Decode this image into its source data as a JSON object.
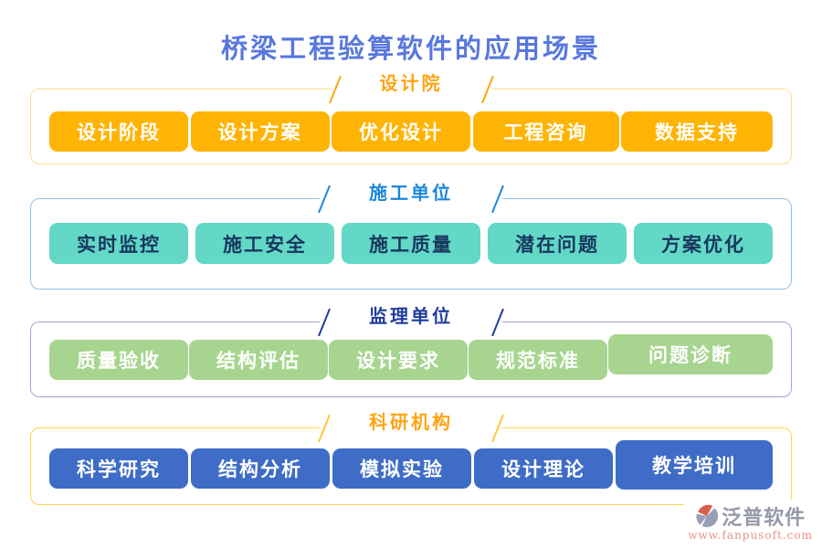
{
  "title": "桥梁工程验算软件的应用场景",
  "title_color": "#5878DD",
  "sections": [
    {
      "name": "设计院",
      "colors": {
        "border": "#FFDD8C",
        "header": "#FFA413",
        "button_bg": "#FFB403",
        "button_text": "#FFFFFF"
      },
      "items": [
        "设计阶段",
        "设计方案",
        "优化设计",
        "工程咨询",
        "数据支持"
      ]
    },
    {
      "name": "施工单位",
      "colors": {
        "border": "#8FC2EC",
        "header": "#1C87D8",
        "button_bg": "#63D8C6",
        "button_text": "#17375E"
      },
      "items": [
        "实时监控",
        "施工安全",
        "施工质量",
        "潜在问题",
        "方案优化"
      ]
    },
    {
      "name": "监理单位",
      "colors": {
        "border": "#9FA6D6",
        "header": "#1F3C9C",
        "button_bg": "#A7D58F",
        "button_text": "#FFFFFF"
      },
      "items": [
        "质量验收",
        "结构评估",
        "设计要求",
        "规范标准",
        "问题诊断"
      ]
    },
    {
      "name": "科研机构",
      "colors": {
        "border": "#FFD24D",
        "header": "#FFA413",
        "slash": "#FFC53D",
        "button_bg": "#3E6CC6",
        "button_text": "#FFFFFF"
      },
      "items": [
        "科学研究",
        "结构分析",
        "模拟实验",
        "设计理论",
        "教学培训"
      ]
    }
  ],
  "footer": {
    "brand": "泛普软件",
    "url": "www.fanpusoft.com",
    "brand_color": "#9598A8",
    "url_color": "#E89090",
    "icon": "fanpu-logo-icon",
    "icon_grey": "#97A0B4",
    "icon_red": "#D9604C"
  }
}
